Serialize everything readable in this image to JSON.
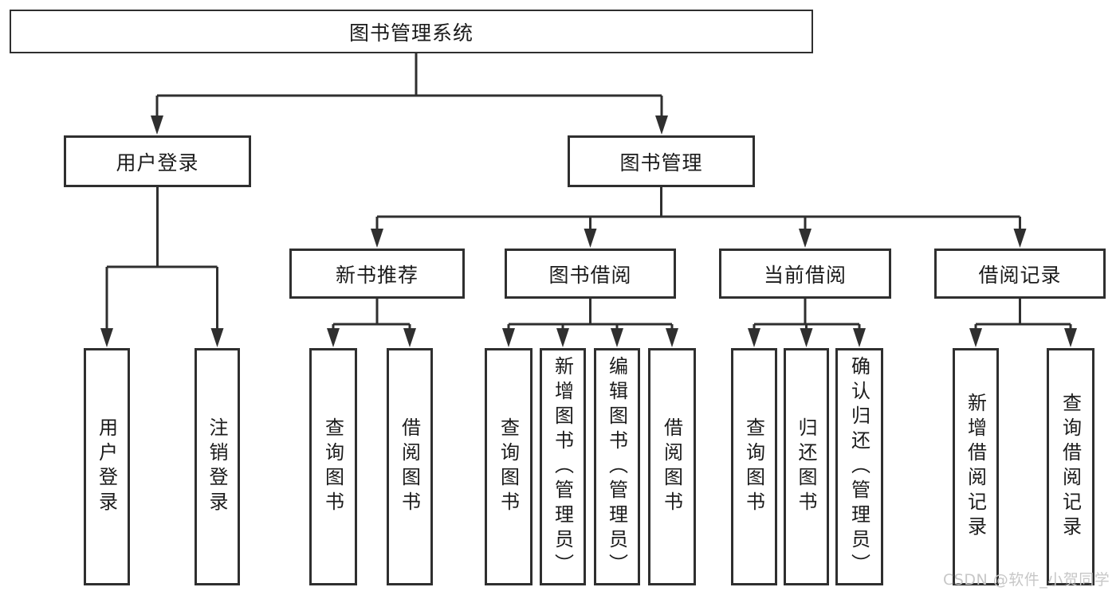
{
  "tree": {
    "label": "图书管理系统",
    "children": [
      {
        "label": "用户登录",
        "children": [
          {
            "label": "用户登录"
          },
          {
            "label": "注销登录"
          }
        ]
      },
      {
        "label": "图书管理",
        "children": [
          {
            "label": "新书推荐",
            "children": [
              {
                "label": "查询图书"
              },
              {
                "label": "借阅图书"
              }
            ]
          },
          {
            "label": "图书借阅",
            "children": [
              {
                "label": "查询图书"
              },
              {
                "label": "新增图书（管理员）"
              },
              {
                "label": "编辑图书（管理员）"
              },
              {
                "label": "借阅图书"
              }
            ]
          },
          {
            "label": "当前借阅",
            "children": [
              {
                "label": "查询图书"
              },
              {
                "label": "归还图书"
              },
              {
                "label": "确认归还（管理员）"
              }
            ]
          },
          {
            "label": "借阅记录",
            "children": [
              {
                "label": "新增借阅记录"
              },
              {
                "label": "查询借阅记录"
              }
            ]
          }
        ]
      }
    ]
  },
  "watermark": {
    "text": "CSDN @软件_小贺同学",
    "color": "#c7c7c7"
  },
  "colors": {
    "line": "#2f2f2f",
    "box_border": "#2f2f2f",
    "box_fill": "#ffffff",
    "text": "#1b1b1b",
    "background": "#ffffff"
  }
}
